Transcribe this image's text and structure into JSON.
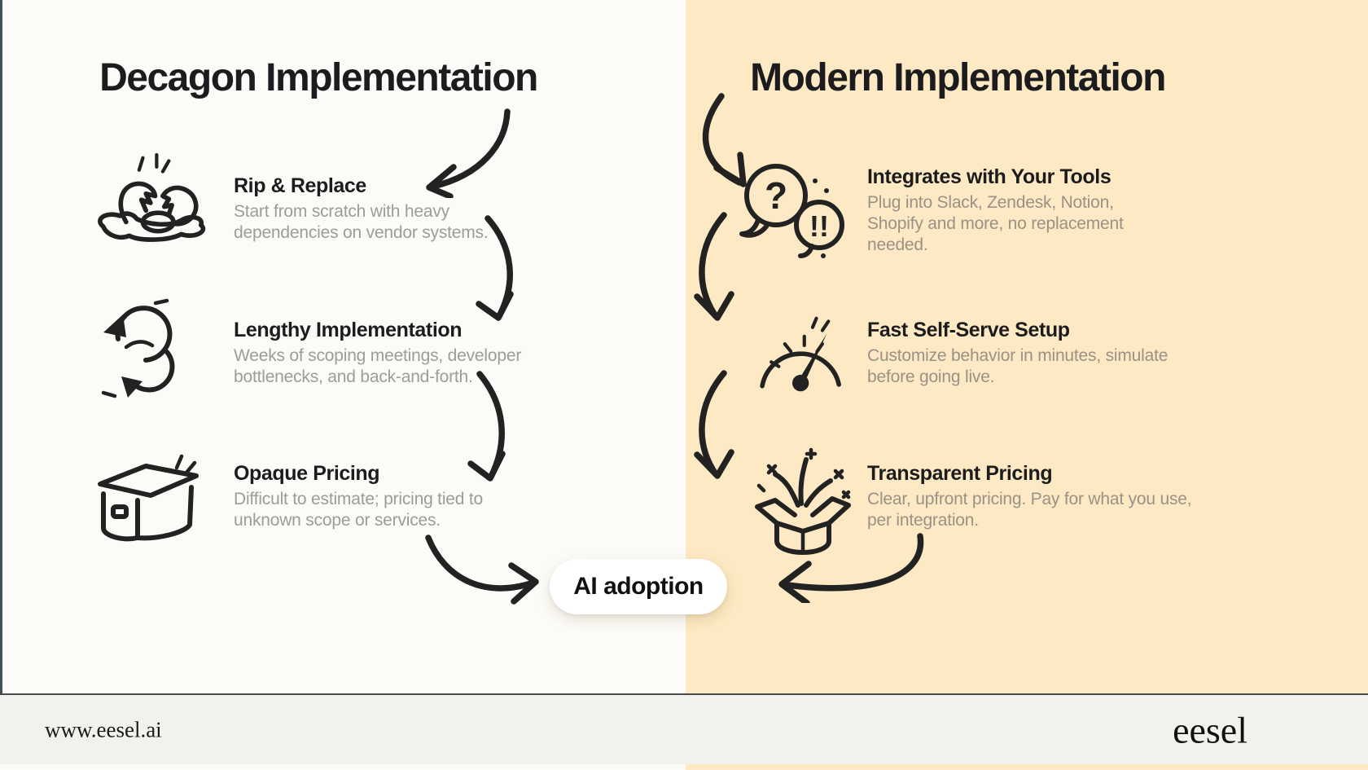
{
  "colors": {
    "left_bg": "#FCFBF8",
    "right_bg": "#FDE9C3",
    "footer_bg": "#F2F1ED",
    "heading": "#1C1C1E",
    "body_left": "#9C9C9A",
    "body_right": "#9A9287",
    "ink": "#222222",
    "pill_bg": "#FFFFFF",
    "divider": "#4A4A4A",
    "edge_mark": "#3F5156"
  },
  "left_section": {
    "title": "Decagon Implementation",
    "items": [
      {
        "icon": "broken-egg-icon",
        "heading": "Rip & Replace",
        "body": "Start from scratch with heavy dependencies on vendor systems."
      },
      {
        "icon": "cycle-arrows-icon",
        "heading": "Lengthy Implementation",
        "body": "Weeks of scoping meetings, developer bottlenecks, and back-and-forth."
      },
      {
        "icon": "closed-box-icon",
        "heading": "Opaque Pricing",
        "body": "Difficult to estimate; pricing tied to unknown scope or services."
      }
    ]
  },
  "right_section": {
    "title": "Modern Implementation",
    "items": [
      {
        "icon": "question-exclamation-bubbles-icon",
        "heading": "Integrates with Your Tools",
        "body": "Plug into Slack, Zendesk, Notion, Shopify and more, no replacement needed."
      },
      {
        "icon": "speedometer-icon",
        "heading": "Fast Self-Serve Setup",
        "body": "Customize behavior in minutes, simulate before going live."
      },
      {
        "icon": "open-box-sparkles-icon",
        "heading": "Transparent Pricing",
        "body": "Clear, upfront pricing. Pay for what you use, per integration."
      }
    ]
  },
  "center": {
    "pill_label": "AI adoption"
  },
  "glyphs": {
    "bubble_question": "?",
    "bubble_exclamations": "!!"
  },
  "footer": {
    "website": "www.eesel.ai",
    "brand": "eesel"
  }
}
